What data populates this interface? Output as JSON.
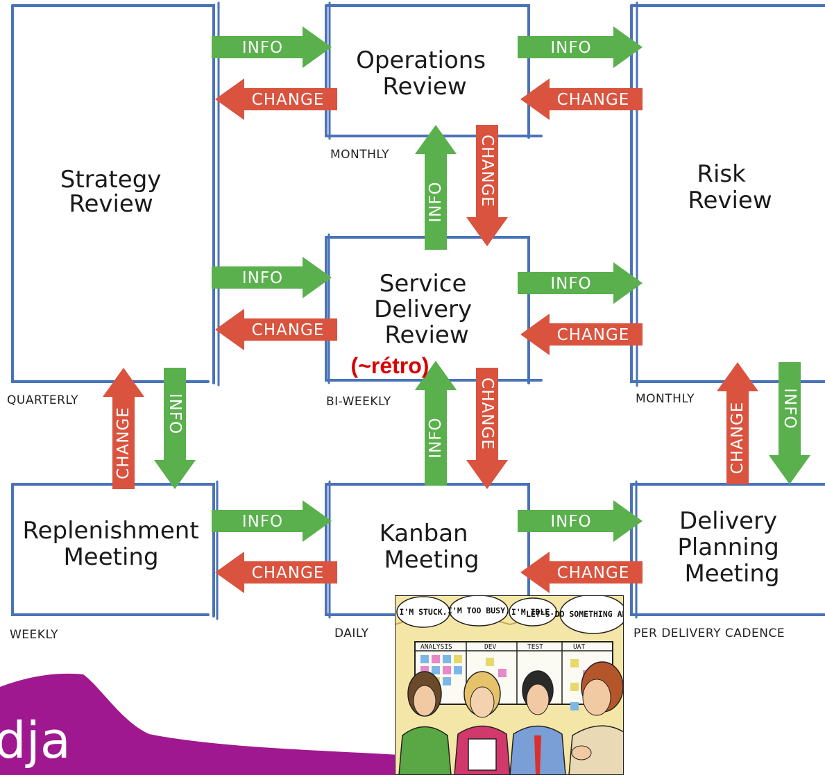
{
  "boxes": {
    "strategy": {
      "title": [
        "Strategy",
        "Review"
      ],
      "cadence": "QUARTERLY"
    },
    "operations": {
      "title": [
        "Operations",
        "Review"
      ],
      "cadence": "MONTHLY"
    },
    "risk": {
      "title": [
        "Risk",
        "Review"
      ],
      "cadence": "MONTHLY"
    },
    "service_delivery": {
      "title": [
        "Service",
        "Delivery",
        "Review"
      ],
      "cadence": "BI-WEEKLY"
    },
    "replenishment": {
      "title": [
        "Replenishment",
        "Meeting"
      ],
      "cadence": "WEEKLY"
    },
    "kanban": {
      "title": [
        "Kanban",
        "Meeting"
      ],
      "cadence": "DAILY"
    },
    "delivery_planning": {
      "title": [
        "Delivery",
        "Planning",
        "Meeting"
      ],
      "cadence": "PER DELIVERY CADENCE"
    }
  },
  "arrow_labels": {
    "info": "INFO",
    "change": "CHANGE"
  },
  "annotation": "(~rétro)",
  "brand_text": "dja",
  "comic": {
    "bubbles": [
      "I'M STUCK.",
      "I'M TOO BUSY.",
      "I'M IDLE.",
      "LET'S DO SOMETHING ABOUT IT!"
    ],
    "board_columns": [
      "ANALYSIS",
      "DEV",
      "TEST",
      "UAT"
    ]
  },
  "colors": {
    "box_border": "#4a72b8",
    "info": "#59b04c",
    "change": "#d9533e",
    "brand": "#a0188f"
  }
}
